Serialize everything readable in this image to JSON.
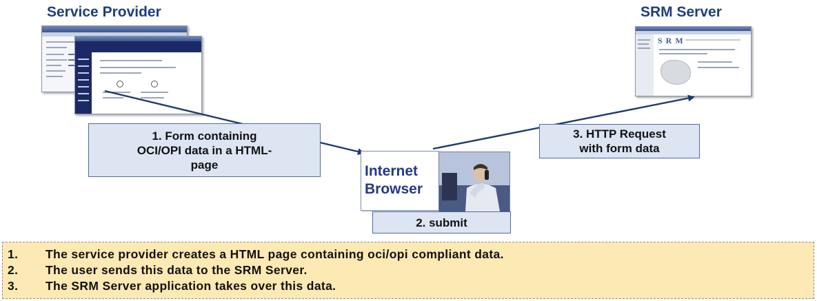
{
  "labels": {
    "service_provider": "Service Provider",
    "srm_server": "SRM Server"
  },
  "steps": {
    "step1": "1. Form containing\nOCI/OPI data in a HTML-\npage",
    "step2": "2. submit",
    "step3": "3. HTTP Request\nwith form data"
  },
  "browser": {
    "line1": "Internet",
    "line2": "Browser"
  },
  "srm_screenshot_logo": "S R M",
  "legend": [
    {
      "num": "1.",
      "text": "The service provider creates a HTML page containing oci/opi compliant data."
    },
    {
      "num": "2.",
      "text": "The user sends this data to the SRM Server."
    },
    {
      "num": "3.",
      "text": "The SRM Server application takes over this data."
    }
  ],
  "colors": {
    "title": "#1f3f7a",
    "step_box_fill": "#dde5f2",
    "step_box_border": "#4b6aa5",
    "arrow": "#1f3a6e",
    "legend_fill": "#fde9b3",
    "browser_text": "#24378a"
  }
}
